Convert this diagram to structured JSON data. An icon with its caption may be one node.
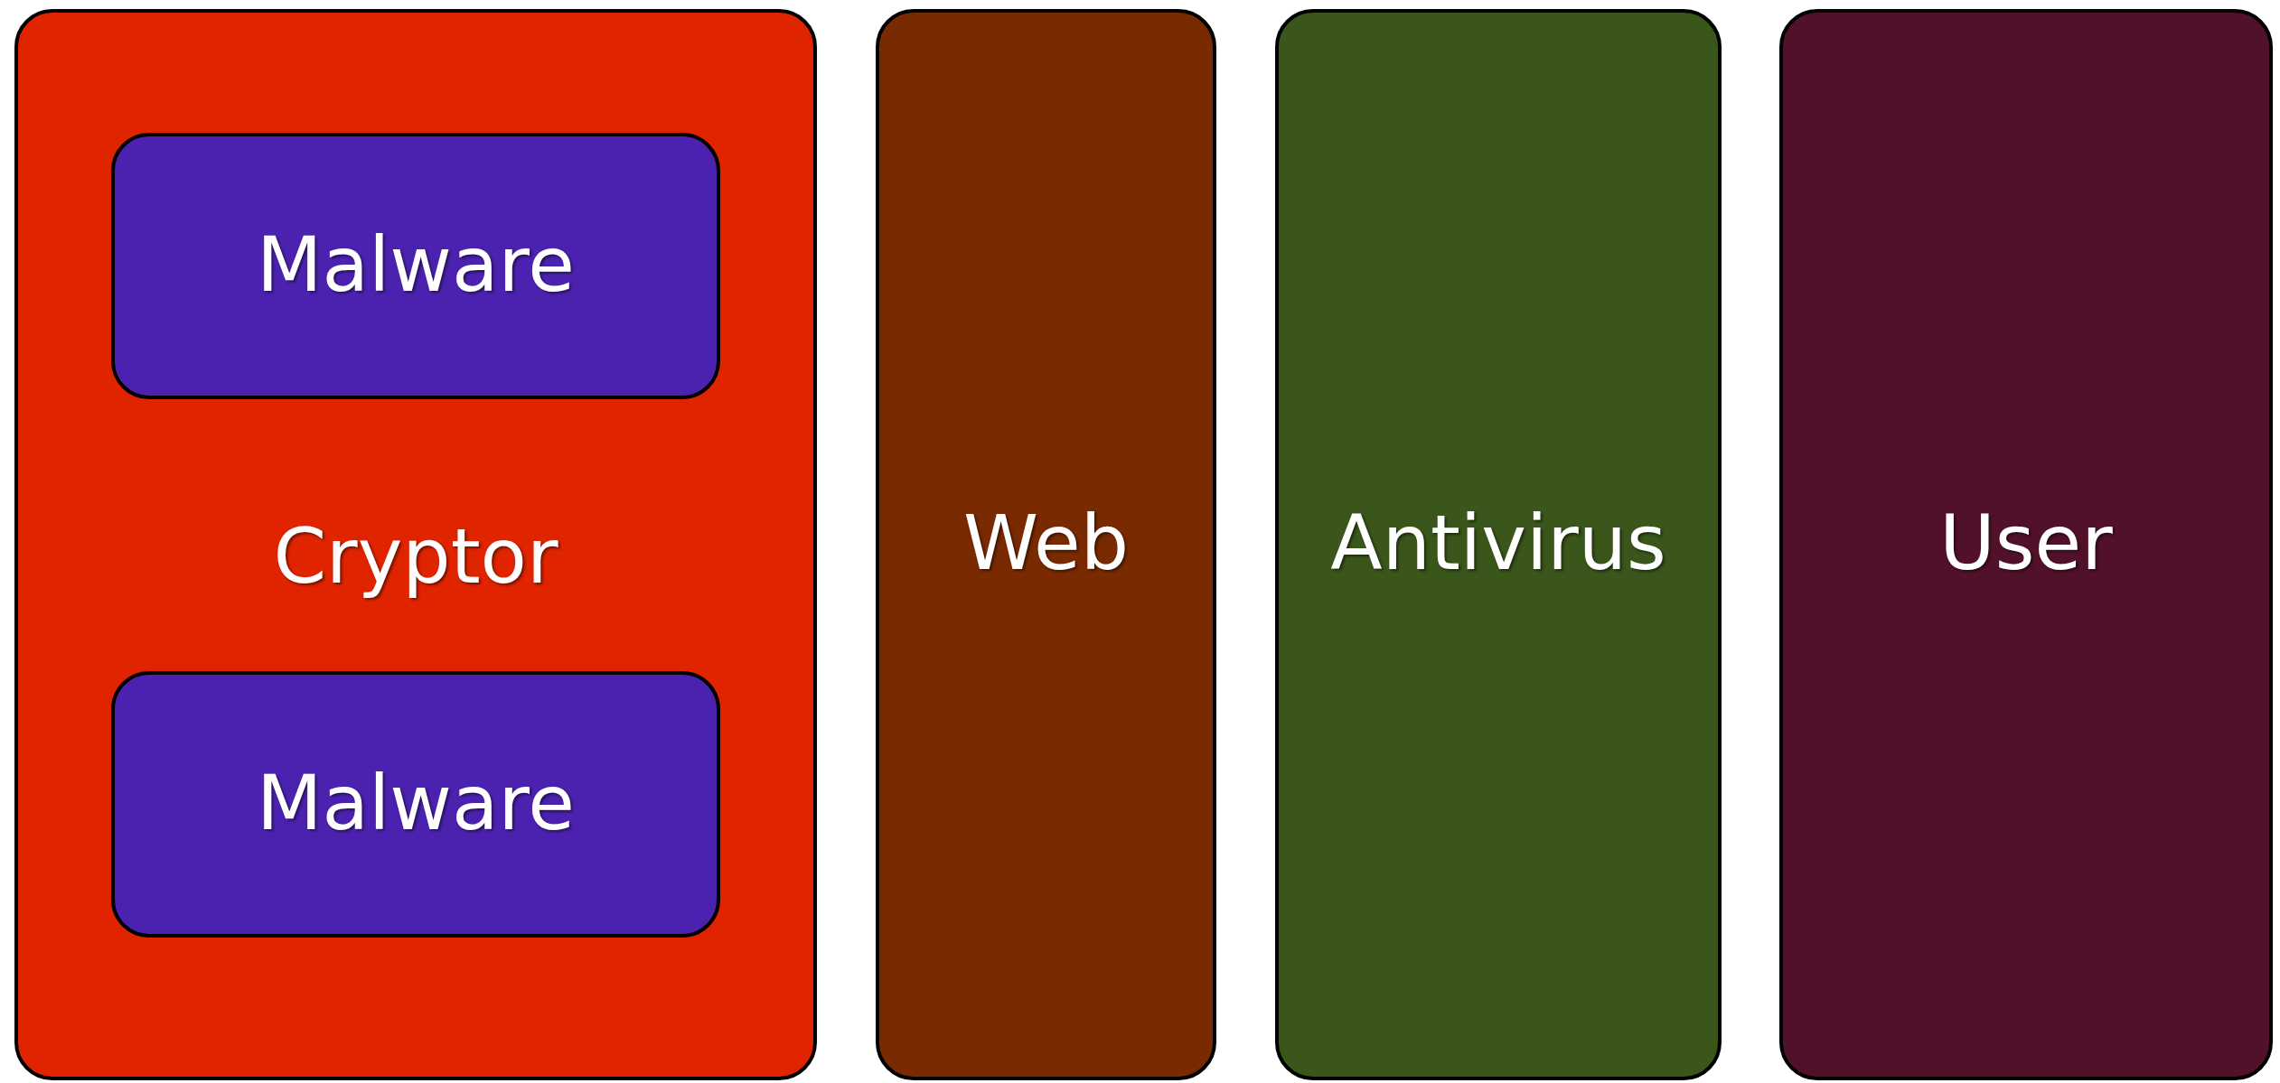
{
  "diagram": {
    "nodes": [
      {
        "text": [
          "Cryptor"
        ]
      },
      {
        "text": [
          "Malware"
        ],
        "in": 0
      },
      {
        "text": [
          "Malware"
        ],
        "in": 0
      },
      {
        "text": [
          "Web"
        ]
      },
      {
        "text": [
          "Antivirus"
        ]
      },
      {
        "text": [
          "User"
        ]
      }
    ]
  }
}
